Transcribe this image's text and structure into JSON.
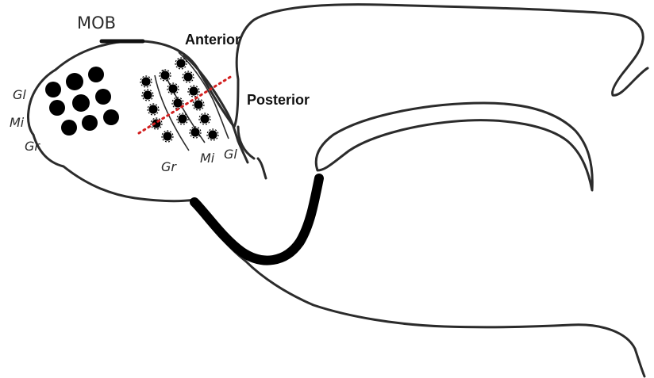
{
  "labels": {
    "mob": "MOB",
    "anterior": "Anterior",
    "posterior": "Posterior",
    "left_gl": "Gl",
    "left_mi": "Mi",
    "left_gr": "Gr",
    "right_gr": "Gr",
    "right_mi": "Mi",
    "right_gl": "Gl"
  },
  "colors": {
    "outline": "#2b2b2b",
    "dots": "#000000",
    "dotted_divider": "#d21f1f",
    "background": "#ffffff"
  },
  "icons": {
    "large_dots": "filled-circle",
    "small_dots": "spiky-circle"
  }
}
